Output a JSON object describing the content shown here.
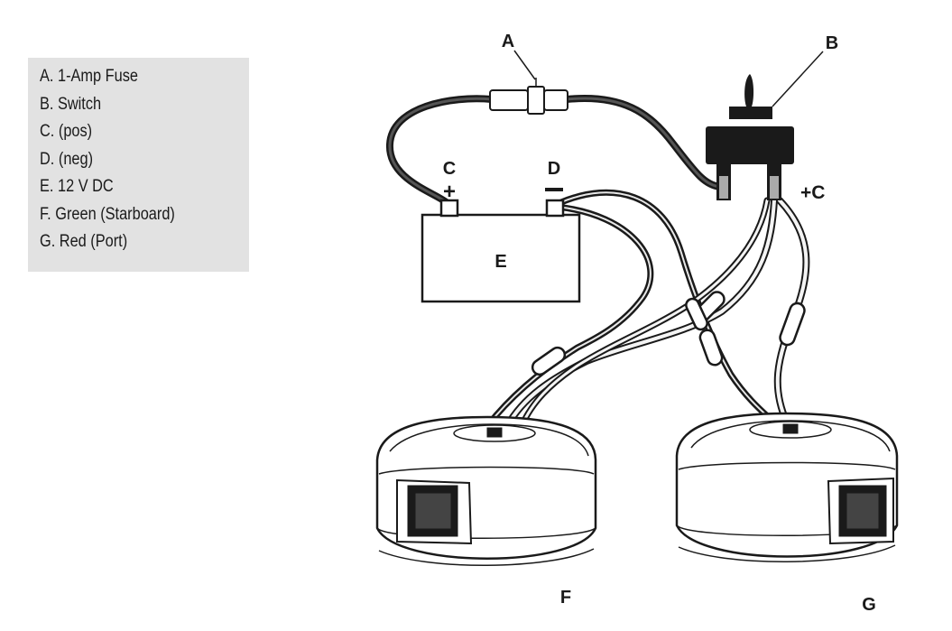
{
  "legend": {
    "items": [
      "A. 1-Amp Fuse",
      "B. Switch",
      "C. (pos)",
      "D. (neg)",
      "E. 12 V DC",
      "F. Green (Starboard)",
      "G. Red (Port)"
    ]
  },
  "labels": {
    "fuse": "A",
    "switch": "B",
    "pos": "C",
    "neg": "D",
    "battery": "E",
    "starboard_light": "F",
    "port_light": "G",
    "plus": "+",
    "switch_out": "+C"
  }
}
